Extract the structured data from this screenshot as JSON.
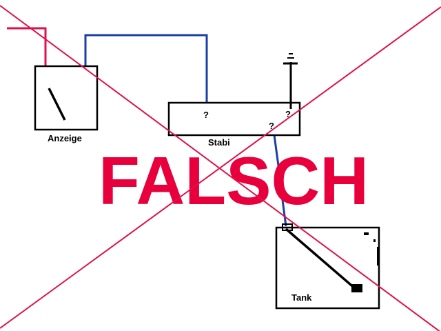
{
  "labels": {
    "display": "Anzeige",
    "stabilizer": "Stabi",
    "tank": "Tank",
    "question_1": "?",
    "question_2": "?",
    "question_3": "?"
  },
  "verdict": "FALSCH",
  "colors": {
    "cross": "#e0104a",
    "verdict": "#e8003c",
    "wire_red": "#e0104a",
    "wire_blue": "#1a3fa8",
    "outline": "#000000"
  }
}
